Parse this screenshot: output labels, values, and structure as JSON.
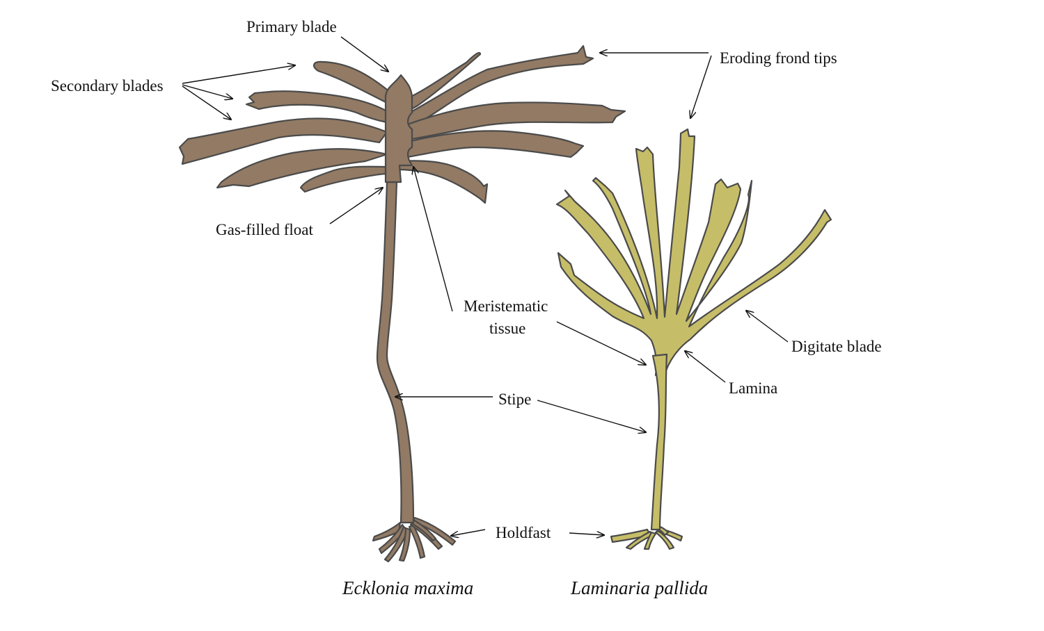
{
  "colors": {
    "ecklonia_fill": "#927a64",
    "laminaria_fill": "#c6bd68",
    "outline": "#4a4a4a",
    "text": "#111111",
    "background": "#ffffff"
  },
  "labels": {
    "primary_blade": "Primary blade",
    "secondary_blades": "Secondary blades",
    "eroding_frond_tips": "Eroding frond tips",
    "gas_filled_float": "Gas-filled float",
    "meristematic_tissue_line1": "Meristematic",
    "meristematic_tissue_line2": "tissue",
    "digitate_blade": "Digitate blade",
    "lamina": "Lamina",
    "stipe": "Stipe",
    "holdfast": "Holdfast"
  },
  "species": {
    "ecklonia": "Ecklonia maxima",
    "laminaria": "Laminaria pallida"
  }
}
